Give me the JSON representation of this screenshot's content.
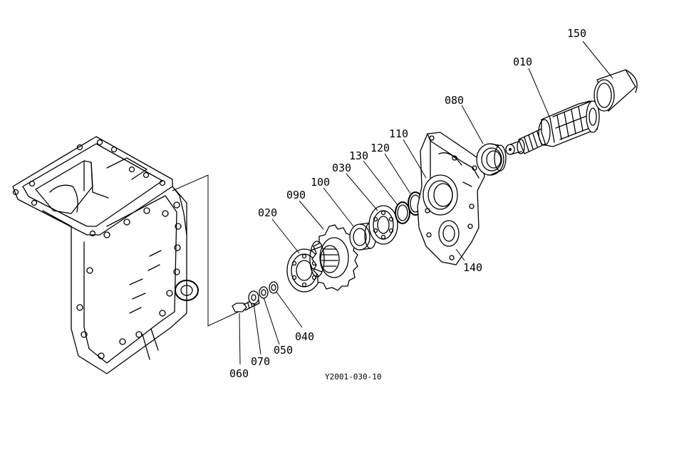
{
  "diagram": {
    "reference_code": "Y2001-030-10",
    "parts": [
      {
        "id": "p010",
        "number": "010"
      },
      {
        "id": "p020",
        "number": "020"
      },
      {
        "id": "p030",
        "number": "030"
      },
      {
        "id": "p040",
        "number": "040"
      },
      {
        "id": "p050",
        "number": "050"
      },
      {
        "id": "p060",
        "number": "060"
      },
      {
        "id": "p070",
        "number": "070"
      },
      {
        "id": "p080",
        "number": "080"
      },
      {
        "id": "p090",
        "number": "090"
      },
      {
        "id": "p100",
        "number": "100"
      },
      {
        "id": "p110",
        "number": "110"
      },
      {
        "id": "p120",
        "number": "120"
      },
      {
        "id": "p130",
        "number": "130"
      },
      {
        "id": "p140",
        "number": "140"
      },
      {
        "id": "p150",
        "number": "150"
      }
    ]
  }
}
